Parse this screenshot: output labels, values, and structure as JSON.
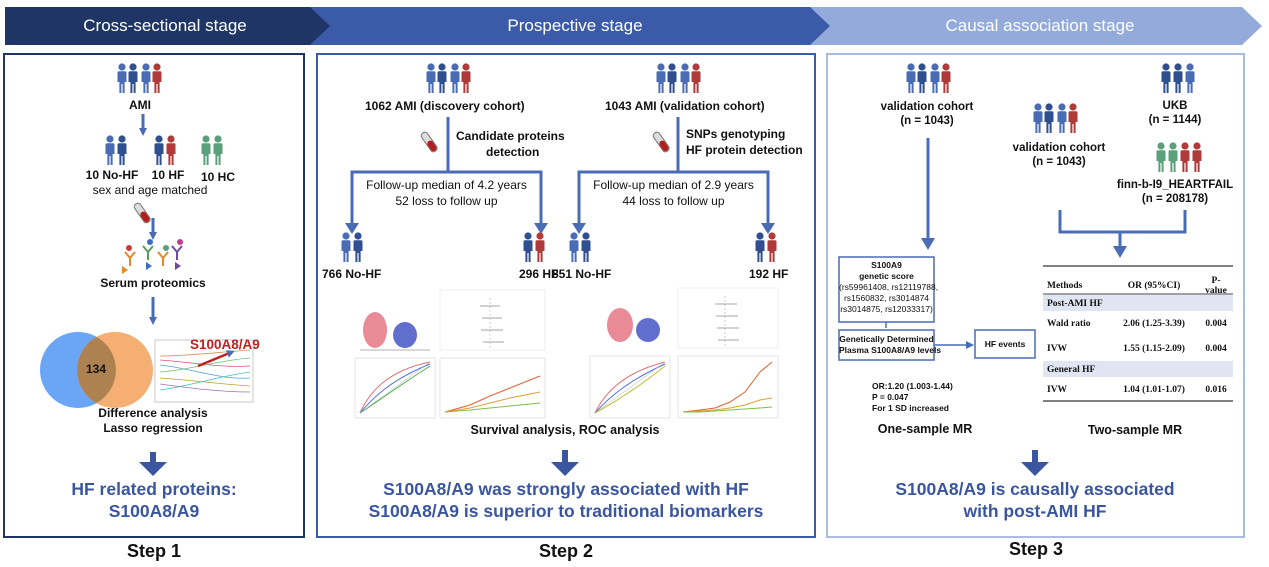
{
  "header": {
    "stage1": "Cross-sectional stage",
    "stage2": "Prospective stage",
    "stage3": "Causal association stage",
    "colors": {
      "stage1": "#1f3566",
      "stage2": "#3b5aa8",
      "stage3": "#93aadb"
    }
  },
  "step1": {
    "ami": "AMI",
    "no_hf": "10 No-HF",
    "hf": "10 HF",
    "hc": "10 HC",
    "matched": "sex and age matched",
    "proteomics": "Serum proteomics",
    "venn_number": "134",
    "lasso_label": "S100A8/A9",
    "analysis_line1": "Difference analysis",
    "analysis_line2": "Lasso regression",
    "conclusion_line1": "HF related proteins:",
    "conclusion_line2": "S100A8/A9",
    "step_label": "Step 1"
  },
  "step2": {
    "discovery": "1062 AMI (discovery cohort)",
    "validation": "1043 AMI (validation cohort)",
    "candidate_line1": "Candidate proteins",
    "candidate_line2": "detection",
    "snp_line1": "SNPs genotyping",
    "snp_line2": "HF protein detection",
    "followup_disc_line1": "Follow-up median of 4.2 years",
    "followup_disc_line2": "52 loss to follow up",
    "followup_val_line1": "Follow-up median of 2.9 years",
    "followup_val_line2": "44 loss to follow up",
    "disc_nohf": "766 No-HF",
    "disc_hf": "296 HF",
    "val_nohf": "851 No-HF",
    "val_hf": "192 HF",
    "analysis": "Survival analysis, ROC analysis",
    "conclusion_line1": "S100A8/A9 was strongly associated with HF",
    "conclusion_line2": "S100A8/A9 is superior to traditional biomarkers",
    "step_label": "Step 2"
  },
  "step3": {
    "one_cohort_line1": "validation cohort",
    "one_cohort_line2": "(n = 1043)",
    "two_cohort_line1": "validation cohort",
    "two_cohort_line2": "(n = 1043)",
    "ukb_line1": "UKB",
    "ukb_line2": "(n = 1144)",
    "finn_line1": "finn-b-I9_HEARTFAIL",
    "finn_line2": "(n = 208178)",
    "score_title_line1": "S100A9",
    "score_title_line2": "genetic score",
    "score_snps_line1": "(rs59961408, rs12119788,",
    "score_snps_line2": "rs1560832, rs3014874",
    "score_snps_line3": "rs3014875, rs12033317)",
    "gd_line1": "Genetically Determined",
    "gd_line2": "Plasma S100A8/A9 levels",
    "hf_events": "HF events",
    "or_line1": "OR:1.20 (1.003-1.44)",
    "or_line2": "P = 0.047",
    "or_line3": "For 1 SD increased",
    "one_sample": "One-sample MR",
    "two_sample": "Two-sample MR",
    "table": {
      "headers": [
        "Methods",
        "OR (95%CI)",
        "P-value"
      ],
      "section1": "Post-AMI HF",
      "rows1": [
        [
          "Wald ratio",
          "2.06 (1.25-3.39)",
          "0.004"
        ],
        [
          "IVW",
          "1.55 (1.15-2.09)",
          "0.004"
        ]
      ],
      "section2": "General HF",
      "rows2": [
        [
          "IVW",
          "1.04 (1.01-1.07)",
          "0.016"
        ]
      ]
    },
    "conclusion_line1": "S100A8/A9 is causally associated",
    "conclusion_line2": "with post-AMI HF",
    "step_label": "Step 3"
  }
}
